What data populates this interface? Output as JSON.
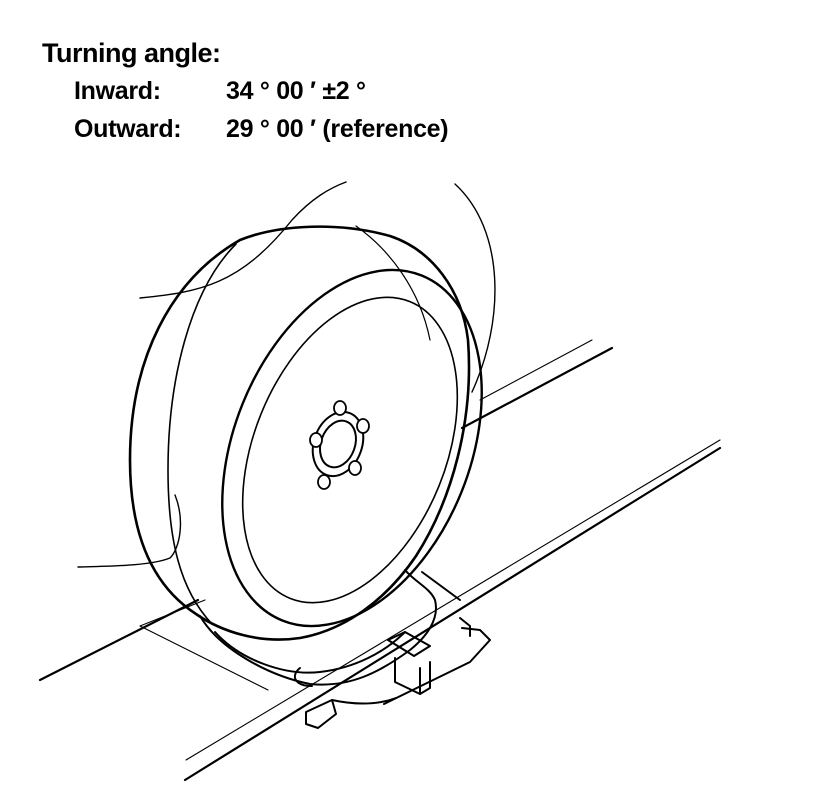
{
  "spec": {
    "title": "Turning angle:",
    "inward": {
      "label": "Inward:",
      "value": "34 ° 00 ′ ±2 °"
    },
    "outward": {
      "label": "Outward:",
      "value": "29 ° 00 ′ (reference)"
    }
  },
  "colors": {
    "ink": "#000000",
    "paper": "#ffffff"
  }
}
